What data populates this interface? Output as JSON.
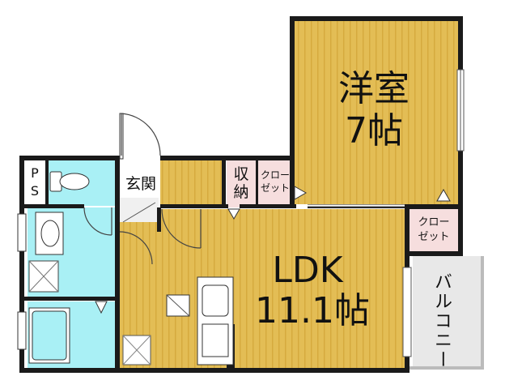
{
  "rooms": {
    "western_room": {
      "name": "洋室",
      "size": "7帖"
    },
    "ldk": {
      "name": "LDK",
      "size": "11.1帖"
    },
    "entrance": "玄関",
    "storage": {
      "line1": "収",
      "line2": "納"
    },
    "closet_upper": {
      "line1": "クロー",
      "line2": "ゼット"
    },
    "closet_right": {
      "line1": "クロー",
      "line2": "ゼット"
    },
    "ps": {
      "line1": "P",
      "line2": "S"
    },
    "balcony": "バルコニー"
  },
  "colors": {
    "wood_floor": "#e3bd55",
    "wood_stripe": "#d6aa3e",
    "wet_area": "#a9f0f5",
    "closet": "#f6dede",
    "balcony": "#e8e8e8",
    "entrance_tile": "#f0f0f0",
    "wall": "#1a1a1a"
  }
}
